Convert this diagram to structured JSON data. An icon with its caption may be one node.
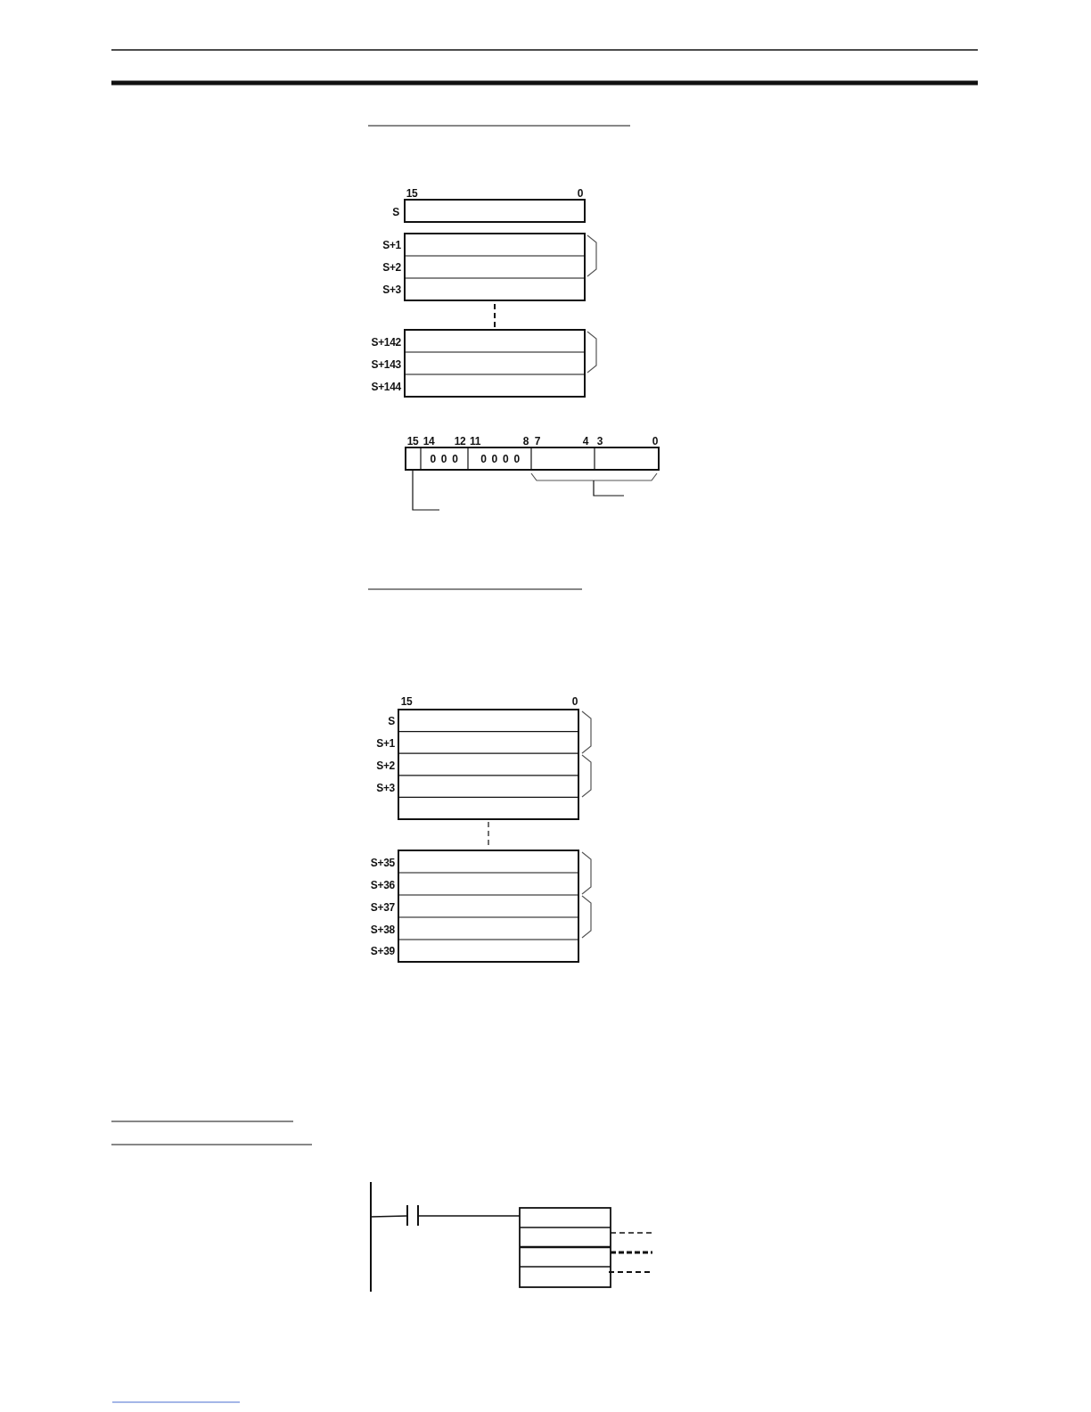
{
  "diagram": {
    "labels": [
      "15",
      "0",
      "S",
      "S+1",
      "S+2",
      "S+3",
      "S+142",
      "S+143",
      "S+144",
      "15",
      "14",
      "12",
      "11",
      "8",
      "7",
      "4",
      "3",
      "0",
      "0 0 0",
      "0 0 0 0",
      "15",
      "0",
      "S",
      "S+1",
      "S+2",
      "S+3",
      "S+35",
      "S+36",
      "S+37",
      "S+38",
      "S+39"
    ]
  }
}
